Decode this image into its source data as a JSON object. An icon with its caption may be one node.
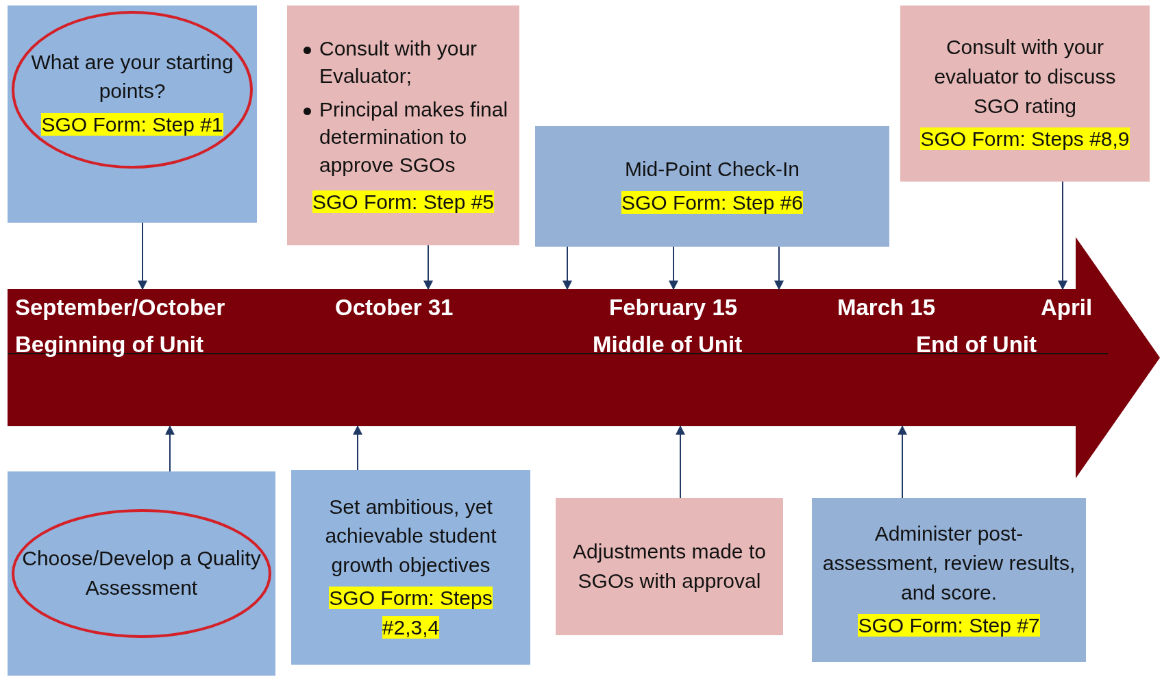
{
  "diagram": {
    "nodes": [
      {
        "text": [
          "What are your starting points?",
          "SGO Form: Step #1"
        ]
      },
      {
        "text": [
          "Consult with your Evaluator;",
          "Principal makes final determination to approve SGOs",
          "SGO Form: Step #5"
        ]
      },
      {
        "text": [
          "Mid-Point Check-In",
          "SGO Form: Step #6"
        ]
      },
      {
        "text": [
          "Consult with your evaluator to discuss SGO rating",
          "SGO Form: Steps #8,9"
        ]
      },
      {
        "text": [
          "September/October",
          "Beginning of Unit",
          "October 31",
          "February 15",
          "Middle of Unit",
          "March 15",
          "April",
          "End of Unit"
        ]
      },
      {
        "text": [
          "Choose/Develop a Quality Assessment"
        ]
      },
      {
        "text": [
          "Set ambitious, yet achievable student growth objectives",
          "SGO Form: Steps #2,3,4"
        ]
      },
      {
        "text": [
          "Adjustments made to SGOs with approval"
        ]
      },
      {
        "text": [
          "Administer post-assessment, review results, and score.",
          "SGO Form: Step #7"
        ]
      }
    ],
    "edges": [
      {
        "from": 0,
        "to": 4,
        "arrow": "to"
      },
      {
        "from": 1,
        "to": 4,
        "arrow": "to"
      },
      {
        "from": 2,
        "to": 4,
        "arrow": "to"
      },
      {
        "from": 2,
        "to": 4,
        "arrow": "to"
      },
      {
        "from": 2,
        "to": 4,
        "arrow": "to"
      },
      {
        "from": 3,
        "to": 4,
        "arrow": "to"
      },
      {
        "from": 5,
        "to": 4,
        "arrow": "to"
      },
      {
        "from": 6,
        "to": 4,
        "arrow": "to"
      },
      {
        "from": 7,
        "to": 4,
        "arrow": "to"
      },
      {
        "from": 8,
        "to": 4,
        "arrow": "to"
      }
    ]
  }
}
